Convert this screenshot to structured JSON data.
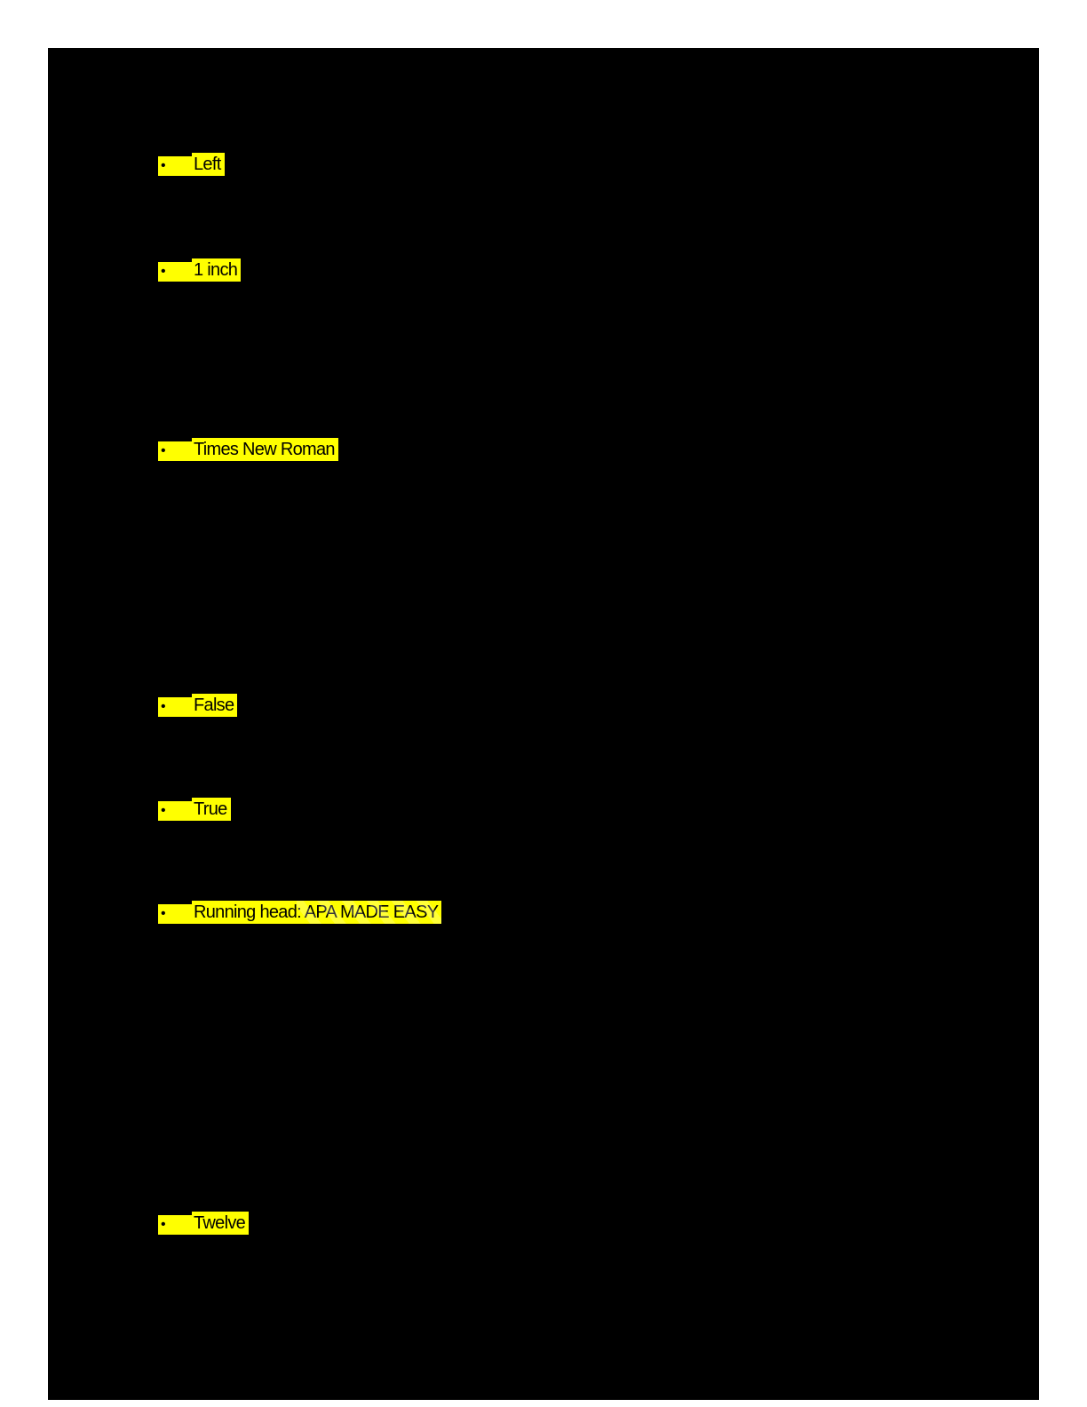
{
  "colors": {
    "page_background": "#000000",
    "margin_background": "#ffffff",
    "highlight": "#ffff00",
    "text": "#000000"
  },
  "bullet_char": "•",
  "highlighted_answers": [
    {
      "label": "Left"
    },
    {
      "label": "1 inch"
    },
    {
      "label": "Times New Roman"
    },
    {
      "label": "False"
    },
    {
      "label": "True"
    },
    {
      "label": "Running head: APA MADE EASY"
    },
    {
      "label": "Twelve"
    }
  ]
}
